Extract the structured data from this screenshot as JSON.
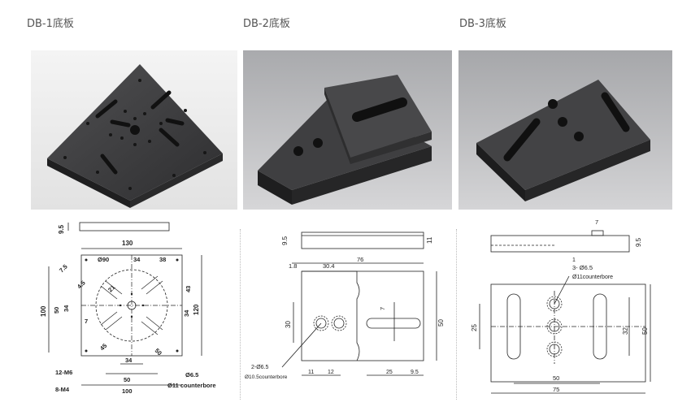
{
  "products": [
    {
      "title": "DB-1底板",
      "dims": {
        "thickness": "9.5",
        "width_top": "130",
        "d90": "Ø90",
        "d34a": "34",
        "d38": "38",
        "d75": "7.5",
        "d45": "4.5",
        "d21": "21",
        "d43": "43",
        "d100_left": "100",
        "d50_left": "50",
        "d34_left": "34",
        "d7": "7",
        "d34_right": "34",
        "d120": "120",
        "d45b": "45",
        "d50_angle": "50",
        "d34_bottom": "34",
        "d50_bottom": "50",
        "d100_bottom": "100",
        "m6": "12-M6",
        "m4": "8-M4",
        "d65": "Ø6.5",
        "cbore": "Ø11 counterbore"
      }
    },
    {
      "title": "DB-2底板",
      "dims": {
        "thickness": "9.5",
        "height": "11",
        "d18": "1.8",
        "d304": "30.4",
        "d76": "76",
        "d30": "30",
        "d7": "7",
        "d50": "50",
        "d11": "11",
        "d12": "12",
        "d25": "25",
        "d95": "9.5",
        "holes": "2-Ø6.5",
        "cbore": "Ø10.5counterbore"
      }
    },
    {
      "title": "DB-3底板",
      "dims": {
        "d7": "7",
        "thickness": "9.5",
        "d1": "1",
        "holes": "3- Ø6.5",
        "cbore": "Ø11counterbore",
        "d25": "25",
        "d32": "32",
        "d50_right": "50",
        "d50_bottom": "50",
        "d75": "75"
      }
    }
  ],
  "colors": {
    "plate": "#3a3a3c",
    "photo_bg": "#d9d9d9",
    "line": "#222222"
  }
}
